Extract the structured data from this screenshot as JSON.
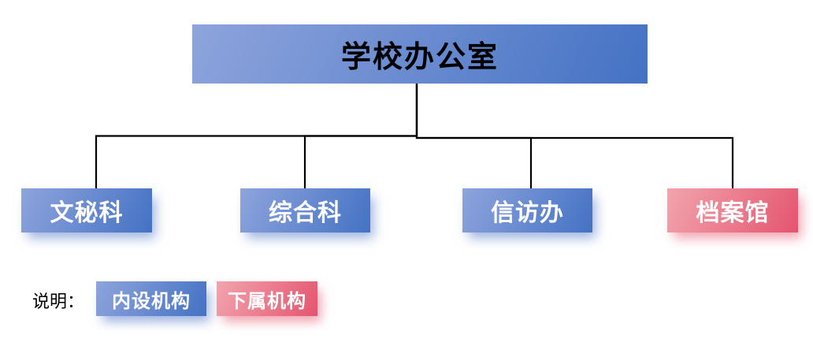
{
  "diagram": {
    "root": {
      "label": "学校办公室",
      "type": "internal"
    },
    "children": [
      {
        "label": "文秘科",
        "type": "internal"
      },
      {
        "label": "综合科",
        "type": "internal"
      },
      {
        "label": "信访办",
        "type": "internal"
      },
      {
        "label": "档案馆",
        "type": "subordinate"
      }
    ],
    "legend": {
      "caption": "说明：",
      "items": [
        {
          "label": "内设机构",
          "type": "internal"
        },
        {
          "label": "下属机构",
          "type": "subordinate"
        }
      ]
    }
  },
  "colors": {
    "internal_light": "#8EA4DC",
    "internal_dark": "#4472C4",
    "subordinate_light": "#F2A4AE",
    "subordinate_dark": "#E4556E",
    "connector": "#000000",
    "root_text": "#000000",
    "node_text": "#FFFFFF"
  }
}
